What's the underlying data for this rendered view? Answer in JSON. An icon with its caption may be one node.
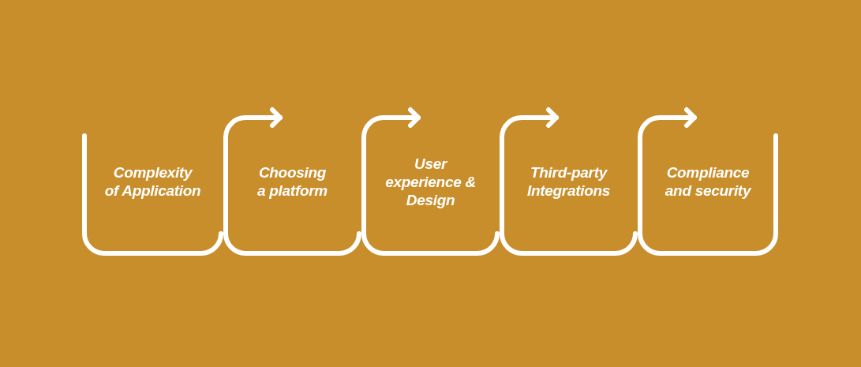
{
  "diagram": {
    "nodes": [
      {
        "text": [
          "Complexity of Application"
        ]
      },
      {
        "text": [
          "Choosing a platform"
        ]
      },
      {
        "text": [
          "User experience & Design"
        ]
      },
      {
        "text": [
          "Third-party Integrations"
        ]
      },
      {
        "text": [
          "Compliance and security"
        ]
      }
    ],
    "edges": [
      {
        "from": 0,
        "to": 1,
        "arrow": "to"
      },
      {
        "from": 1,
        "to": 2,
        "arrow": "to"
      },
      {
        "from": 2,
        "to": 3,
        "arrow": "to"
      },
      {
        "from": 3,
        "to": 4,
        "arrow": "to"
      }
    ]
  }
}
